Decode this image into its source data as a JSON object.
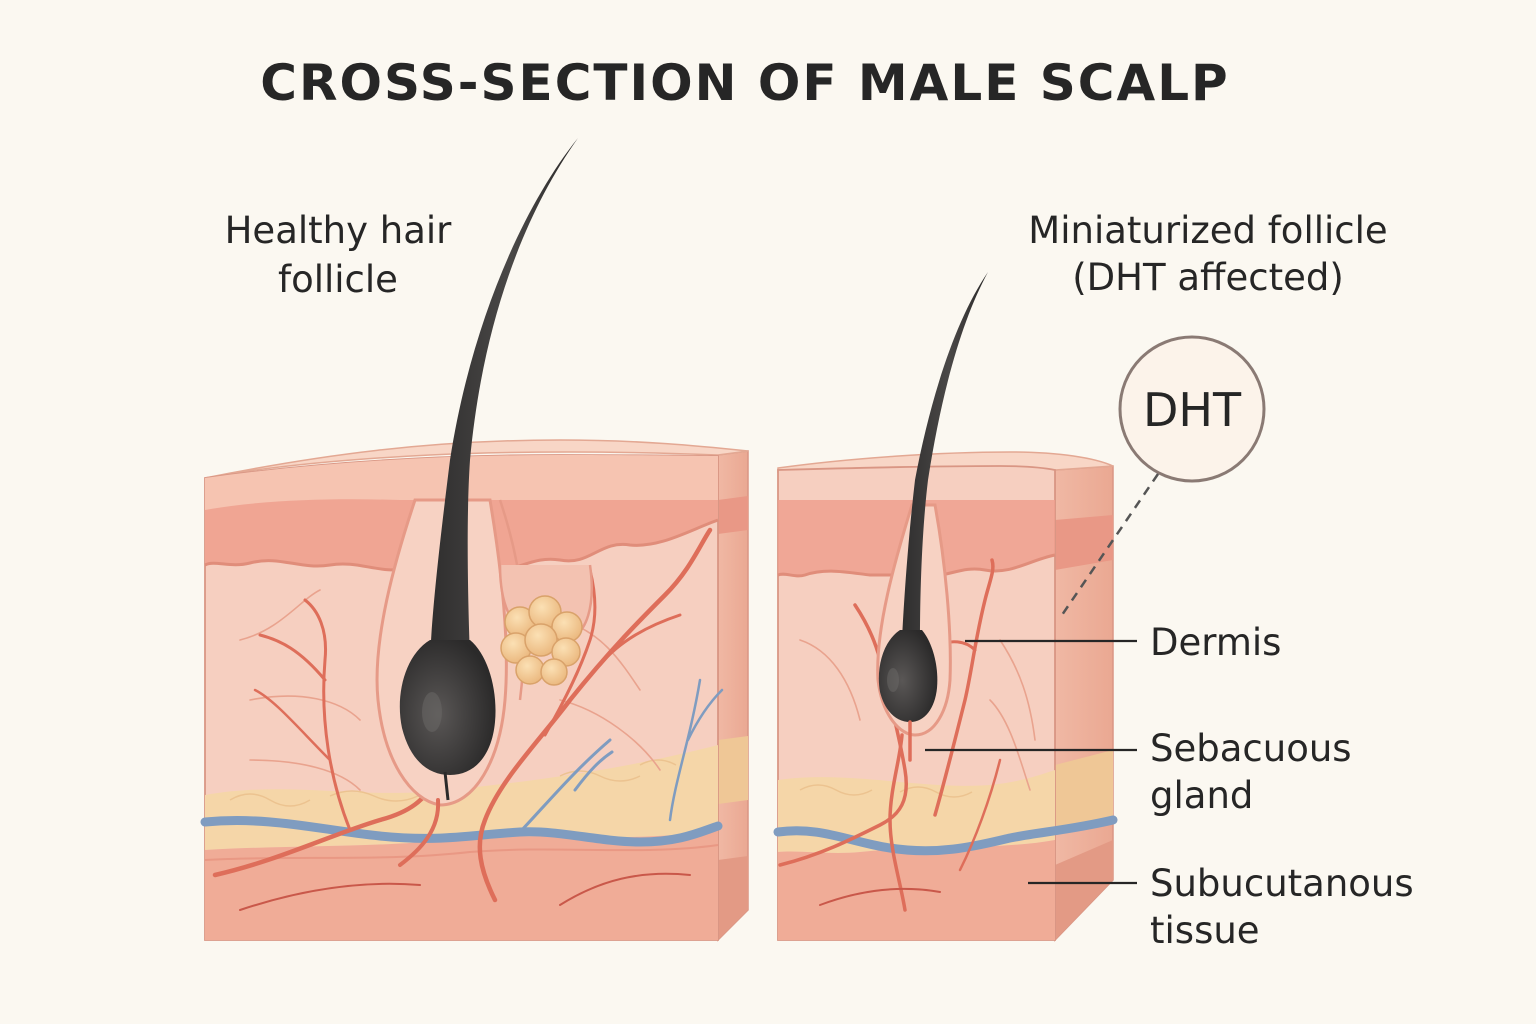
{
  "title": "CROSS-SECTION OF MALE SCALP",
  "labels": {
    "healthy_line1": "Healthy hair",
    "healthy_line2": "follicle",
    "mini_line1": "Miniaturized follicle",
    "mini_line2": "(DHT affected)",
    "dht": "DHT",
    "dermis": "Dermis",
    "sebaceous_line1": "Sebacuous",
    "sebaceous_line2": "gland",
    "subcutaneous_line1": "Subucutanous",
    "subcutaneous_line2": "tissue"
  },
  "colors": {
    "background": "#fbf8f1",
    "skin_top": "#f6c9b4",
    "epidermis": "#eea08e",
    "dermis": "#f6cfc0",
    "fat": "#f5d6a8",
    "subcutaneous": "#f0ac97",
    "hair": "#3a3838",
    "artery": "#de6e5a",
    "vein": "#7f9cc0",
    "gland": "#f3c88d"
  }
}
